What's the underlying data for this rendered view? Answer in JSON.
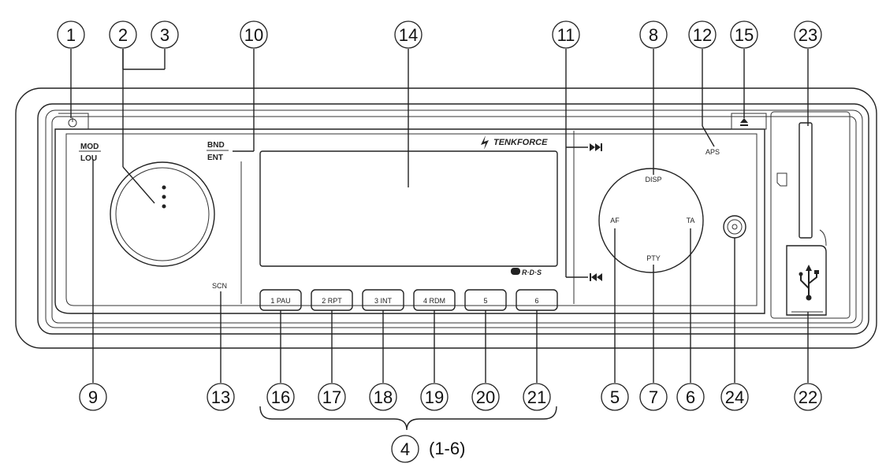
{
  "labels": {
    "mod_lou_1": "MOD",
    "mod_lou_2": "LOU",
    "bnd_ent_1": "BND",
    "bnd_ent_2": "ENT",
    "brand": "TENKFORCE",
    "scn": "SCN",
    "disp": "DISP",
    "af": "AF",
    "ta": "TA",
    "pty": "PTY",
    "aps": "APS",
    "rds": "R·D·S",
    "presets": [
      "1 PAU",
      "2 RPT",
      "3 INT",
      "4 RDM",
      "5",
      "6"
    ]
  },
  "callouts": {
    "n1": "1",
    "n2": "2",
    "n3": "3",
    "n4": "4",
    "n5": "5",
    "n6": "6",
    "n7": "7",
    "n8": "8",
    "n9": "9",
    "n10": "10",
    "n11": "11",
    "n12": "12",
    "n13": "13",
    "n14": "14",
    "n15": "15",
    "n16": "16",
    "n17": "17",
    "n18": "18",
    "n19": "19",
    "n20": "20",
    "n21": "21",
    "n22": "22",
    "n23": "23",
    "n24": "24",
    "range4": "(1-6)"
  }
}
